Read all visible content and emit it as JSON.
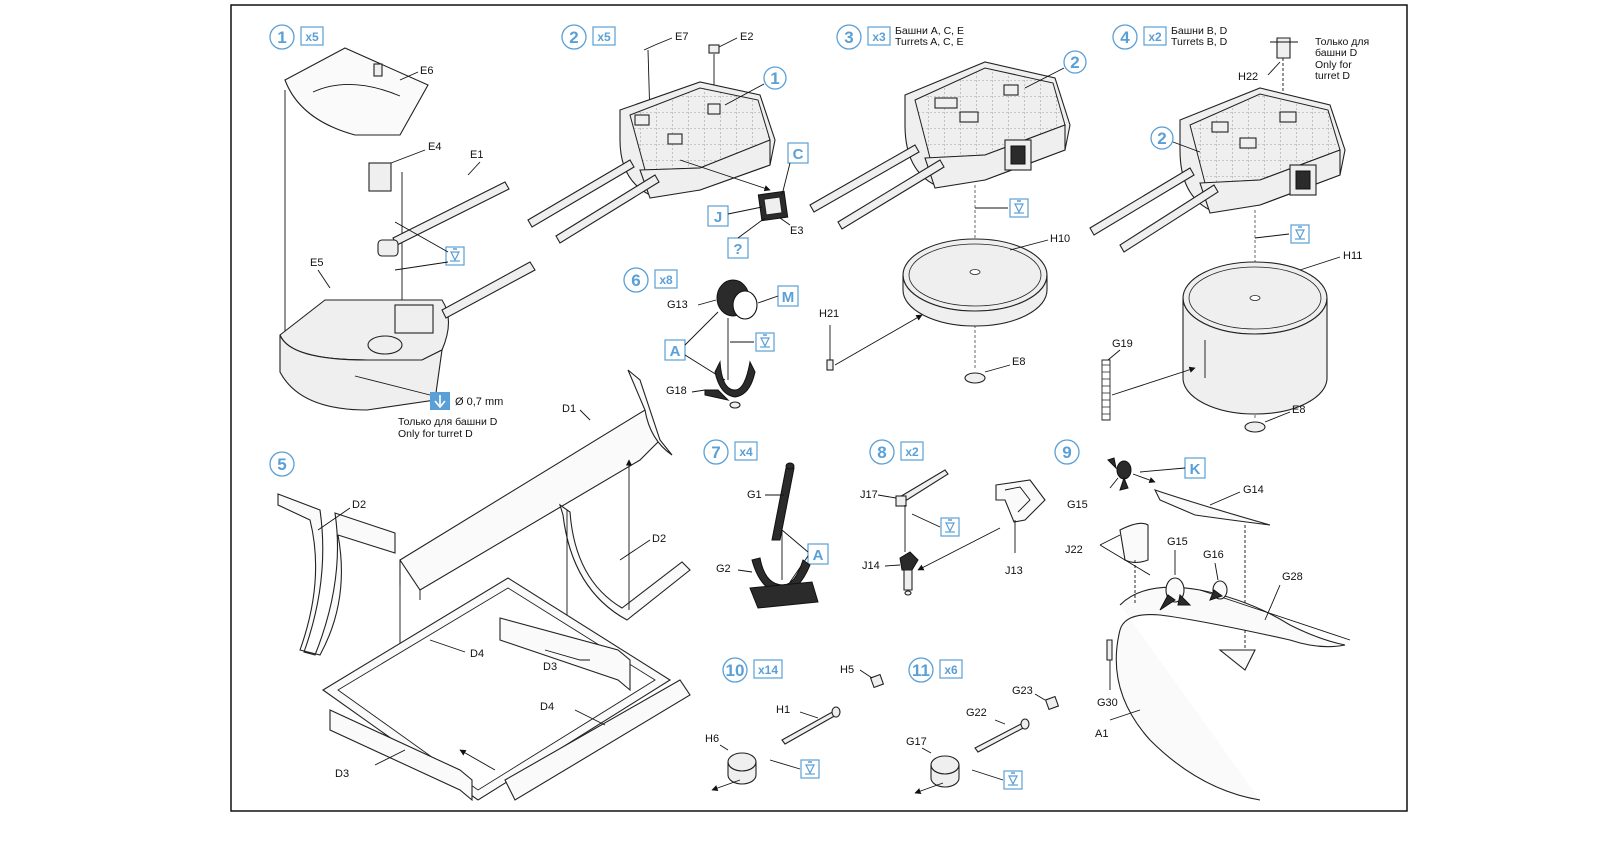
{
  "steps": [
    {
      "num": "1",
      "qty": "x5"
    },
    {
      "num": "2",
      "qty": "x5"
    },
    {
      "num": "3",
      "qty": "x3",
      "note_ru": "Башни A, C, E",
      "note_en": "Turrets A, C, E"
    },
    {
      "num": "4",
      "qty": "x2",
      "note_ru": "Башни B, D",
      "note_en": "Turrets B, D"
    },
    {
      "num": "5"
    },
    {
      "num": "6",
      "qty": "x8"
    },
    {
      "num": "7",
      "qty": "x4"
    },
    {
      "num": "8",
      "qty": "x2"
    },
    {
      "num": "9"
    },
    {
      "num": "10",
      "qty": "x14"
    },
    {
      "num": "11",
      "qty": "x6"
    }
  ],
  "notes": {
    "drill": "Ø 0,7 mm",
    "turret_d_ru": "Только для башни D",
    "turret_d_en": "Only for turret D",
    "h22_ru_1": "Только для",
    "h22_ru_2": "башни D",
    "h22_en_1": "Only for",
    "h22_en_2": "turret D"
  },
  "paint_boxes": {
    "c": "C",
    "j": "J",
    "q": "?",
    "a6": "A",
    "m": "M",
    "a7": "A",
    "k": "K"
  },
  "ref_circles": {
    "s2_ref": "1",
    "s3_ref": "2",
    "s4_ref": "2"
  },
  "parts": {
    "e6": "E6",
    "e4": "E4",
    "e1": "E1",
    "e5": "E5",
    "e7": "E7",
    "e2": "E2",
    "e3": "E3",
    "h10": "H10",
    "h21": "H21",
    "e8a": "E8",
    "h22": "H22",
    "h11": "H11",
    "g19": "G19",
    "e8b": "E8",
    "d1": "D1",
    "d2a": "D2",
    "d2b": "D2",
    "d4a": "D4",
    "d3a": "D3",
    "d4b": "D4",
    "d3b": "D3",
    "g13": "G13",
    "g18": "G18",
    "g1": "G1",
    "g2": "G2",
    "j17": "J17",
    "j14": "J14",
    "j13": "J13",
    "g15a": "G15",
    "g14": "G14",
    "j22": "J22",
    "g15b": "G15",
    "g16": "G16",
    "g28": "G28",
    "g30": "G30",
    "a1": "A1",
    "h5": "H5",
    "h1": "H1",
    "h6": "H6",
    "g23": "G23",
    "g22": "G22",
    "g17": "G17"
  },
  "colors": {
    "accent": "#5a9fd6",
    "ink": "#111111"
  }
}
